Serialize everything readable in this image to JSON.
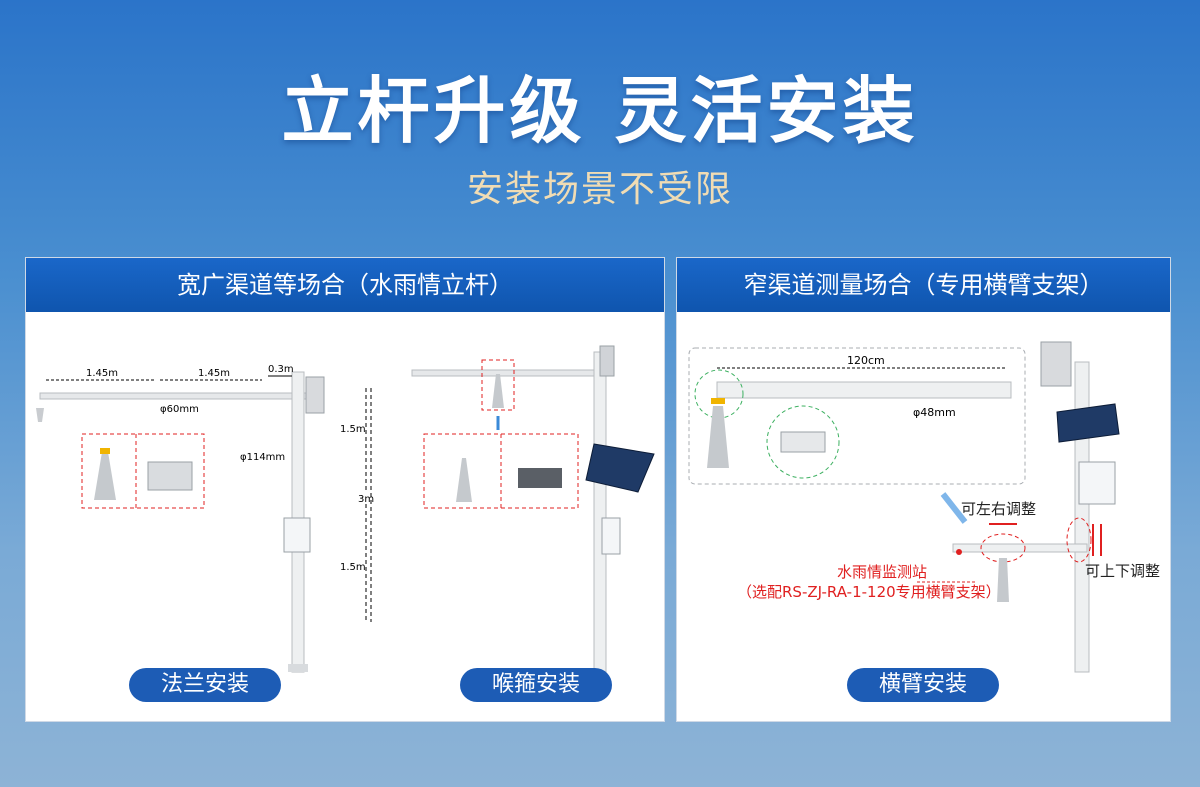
{
  "header": {
    "title": "立杆升级 灵活安装",
    "subtitle": "安装场景不受限"
  },
  "left_panel": {
    "title": "宽广渠道等场合（水雨情立杆）",
    "dims": {
      "a": "1.45m",
      "b": "1.45m",
      "c": "0.3m",
      "arm_dia": "φ60mm",
      "pole_dia": "φ114mm",
      "upper": "1.5m",
      "total": "3m",
      "lower": "1.5m"
    },
    "buttons": [
      "法兰安装",
      "喉箍安装"
    ]
  },
  "right_panel": {
    "title": "窄渠道测量场合（专用横臂支架）",
    "dims": {
      "length": "120cm",
      "dia": "φ48mm"
    },
    "annotations": {
      "lr": "可左右调整",
      "ud": "可上下调整",
      "station": "水雨情监测站",
      "option": "（选配RS-ZJ-RA-1-120专用横臂支架）"
    },
    "button": "横臂安装"
  },
  "colors": {
    "accent": "#1d5cb5",
    "highlight": "#e02020",
    "subtitle": "#f0dcb4"
  }
}
